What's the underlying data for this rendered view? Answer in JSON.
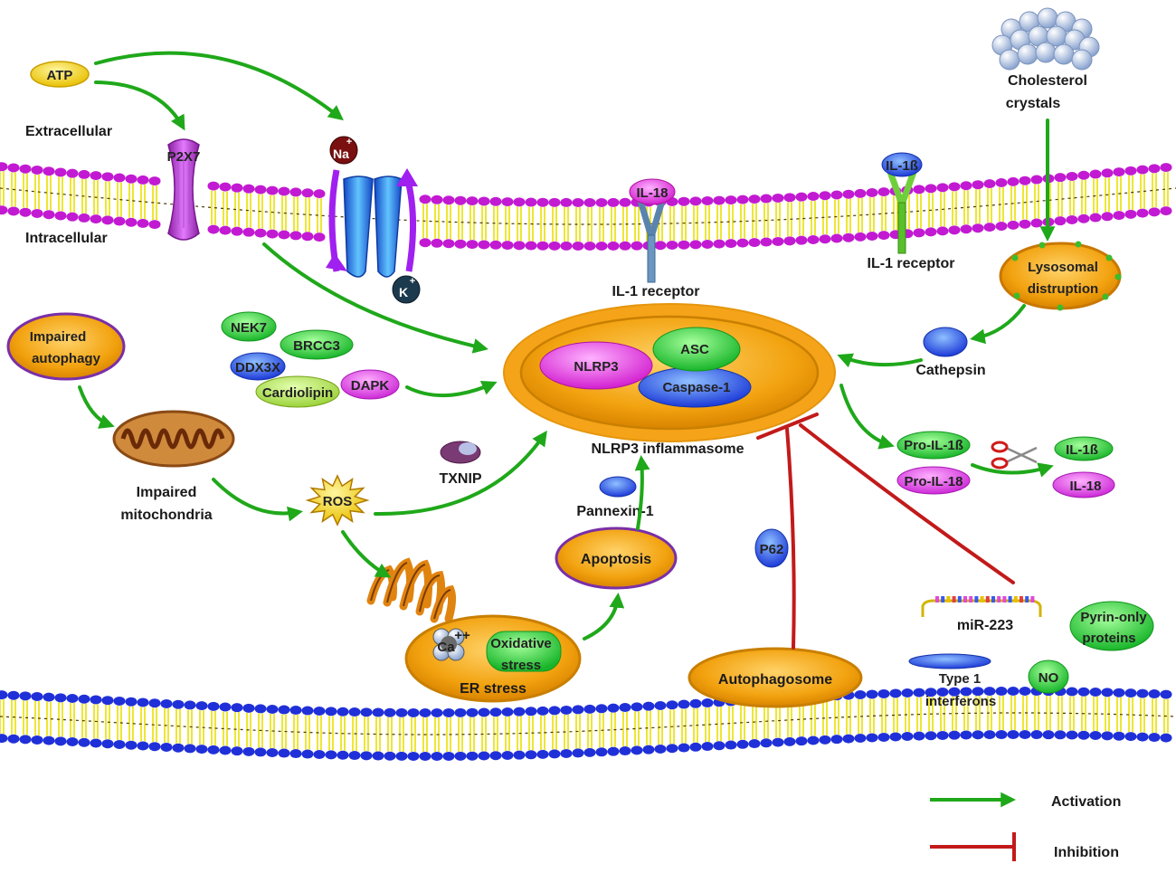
{
  "colors": {
    "activation": "#1fa81a",
    "inhibition": "#c21a1a",
    "membrane_head_magenta": "#c21ad2",
    "membrane_head_blue": "#2030d8",
    "membrane_tail": "#e9e000",
    "organelle_orange": "#f2a20f",
    "organelle_rim": "#e07e00",
    "nlrp3_pink": "#e832e0",
    "asc_green": "#22c83a",
    "caspase_blue": "#2a55e8",
    "ros_yellow": "#f3b400"
  },
  "labels": {
    "atp": "ATP",
    "extracellular": "Extracellular",
    "intracellular": "Intracellular",
    "p2x7": "P2X7",
    "na": "Na",
    "k": "K",
    "plus": "+",
    "il18_top": "IL-18",
    "il1b_top": "IL-1ß",
    "il1_receptor_left": "IL-1 receptor",
    "il1_receptor_right": "IL-1 receptor",
    "cholesterol_line1": "Cholesterol",
    "cholesterol_line2": "crystals",
    "lysosomal_line1": "Lysosomal",
    "lysosomal_line2": "distruption",
    "cathepsin": "Cathepsin",
    "impaired_autophagy_line1": "Impaired",
    "impaired_autophagy_line2": "autophagy",
    "nek7": "NEK7",
    "brcc3": "BRCC3",
    "ddx3x": "DDX3X",
    "cardiolipin": "Cardiolipin",
    "dapk": "DAPK",
    "nlrp3": "NLRP3",
    "asc": "ASC",
    "caspase1": "Caspase-1",
    "inflammasome": "NLRP3 inflammasome",
    "impaired_mito_line1": "Impaired",
    "impaired_mito_line2": "mitochondria",
    "txnip": "TXNIP",
    "ros": "ROS",
    "pannexin": "Pannexin-1",
    "apoptosis": "Apoptosis",
    "p62": "P62",
    "ca": "Ca",
    "ca_charge": "++",
    "oxidative_line1": "Oxidative",
    "oxidative_line2": "stress",
    "er_stress": "ER stress",
    "autophagosome": "Autophagosome",
    "pro_il1b": "Pro-IL-1ß",
    "pro_il18": "Pro-IL-18",
    "il1b": "IL-1ß",
    "il18": "IL-18",
    "mir223": "miR-223",
    "pyrin_line1": "Pyrin-only",
    "pyrin_line2": "proteins",
    "type1_line1": "Type 1",
    "type1_line2": "interferons",
    "no": "NO"
  },
  "legend": {
    "activation": "Activation",
    "inhibition": "Inhibition"
  }
}
